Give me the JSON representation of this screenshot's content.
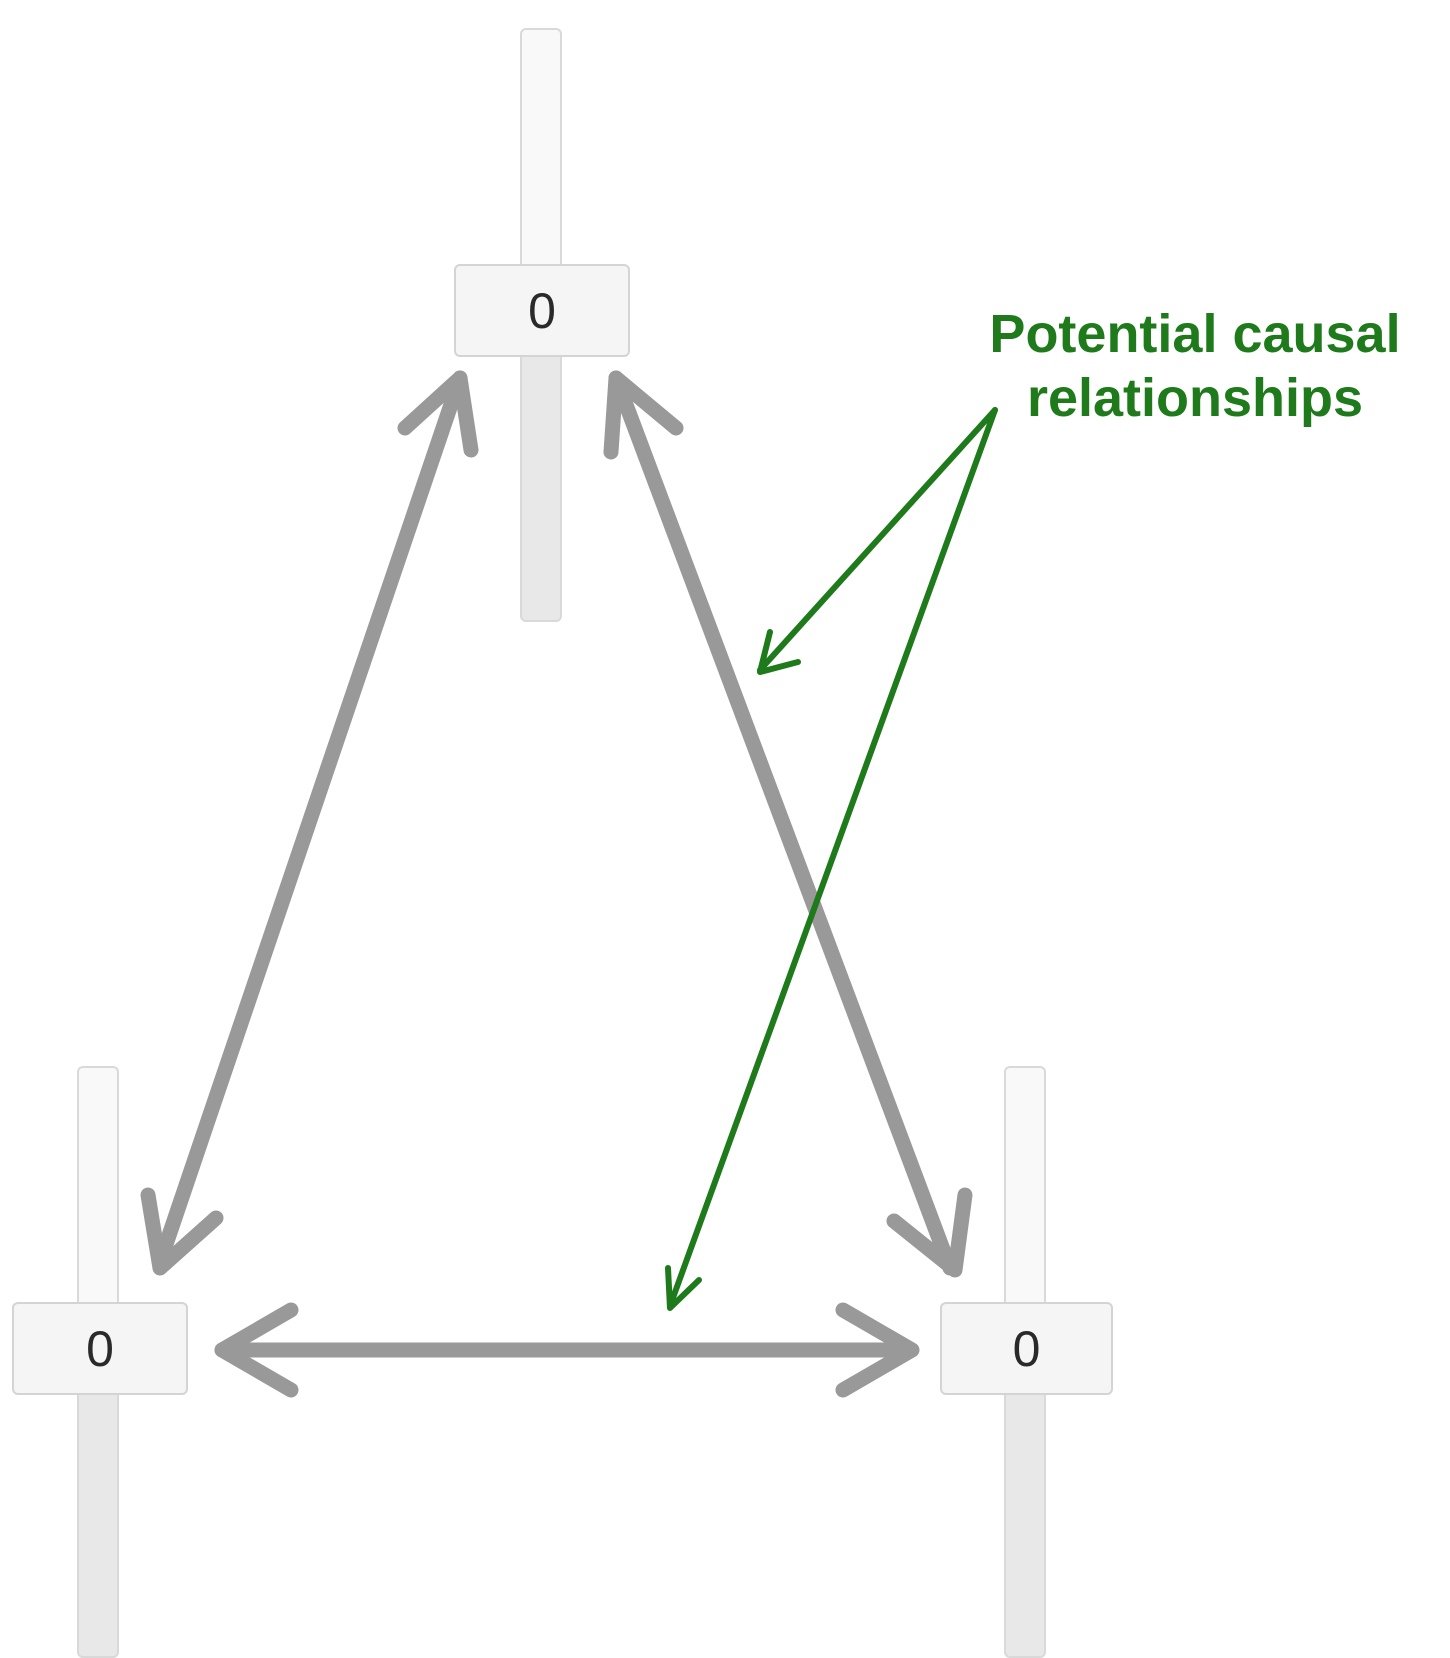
{
  "sliders": {
    "top": {
      "value": "0"
    },
    "bottom_left": {
      "value": "0"
    },
    "bottom_right": {
      "value": "0"
    }
  },
  "annotation": {
    "text": "Potential causal relationships",
    "color": "#1e7a1a"
  },
  "colors": {
    "relationship_arrow": "#999999",
    "annotation_arrow": "#1e7a1a",
    "handle_fill": "#f5f5f5",
    "track_fill_lower": "#e8e8e8"
  }
}
